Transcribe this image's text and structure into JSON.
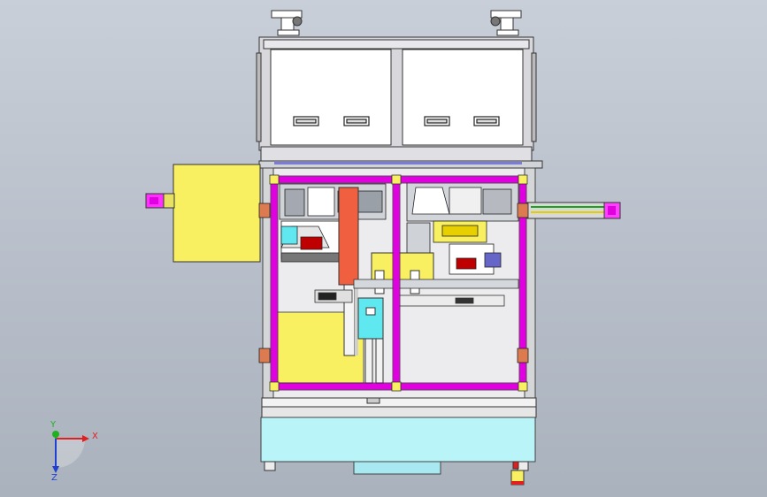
{
  "triad": {
    "x_label": "X",
    "y_label": "Y",
    "z_label": "Z",
    "x_color": "#e02020",
    "y_color": "#20b020",
    "z_color": "#2040d0"
  },
  "colors": {
    "background_top": "#c9cfd8",
    "background_bottom": "#aab2bd",
    "frame_magenta": "#e000e0",
    "panel_yellow": "#f8f060",
    "base_cyan": "#b8f4f8",
    "cabinet_grey": "#d8d8dc",
    "cylinder_orange": "#f06040"
  }
}
